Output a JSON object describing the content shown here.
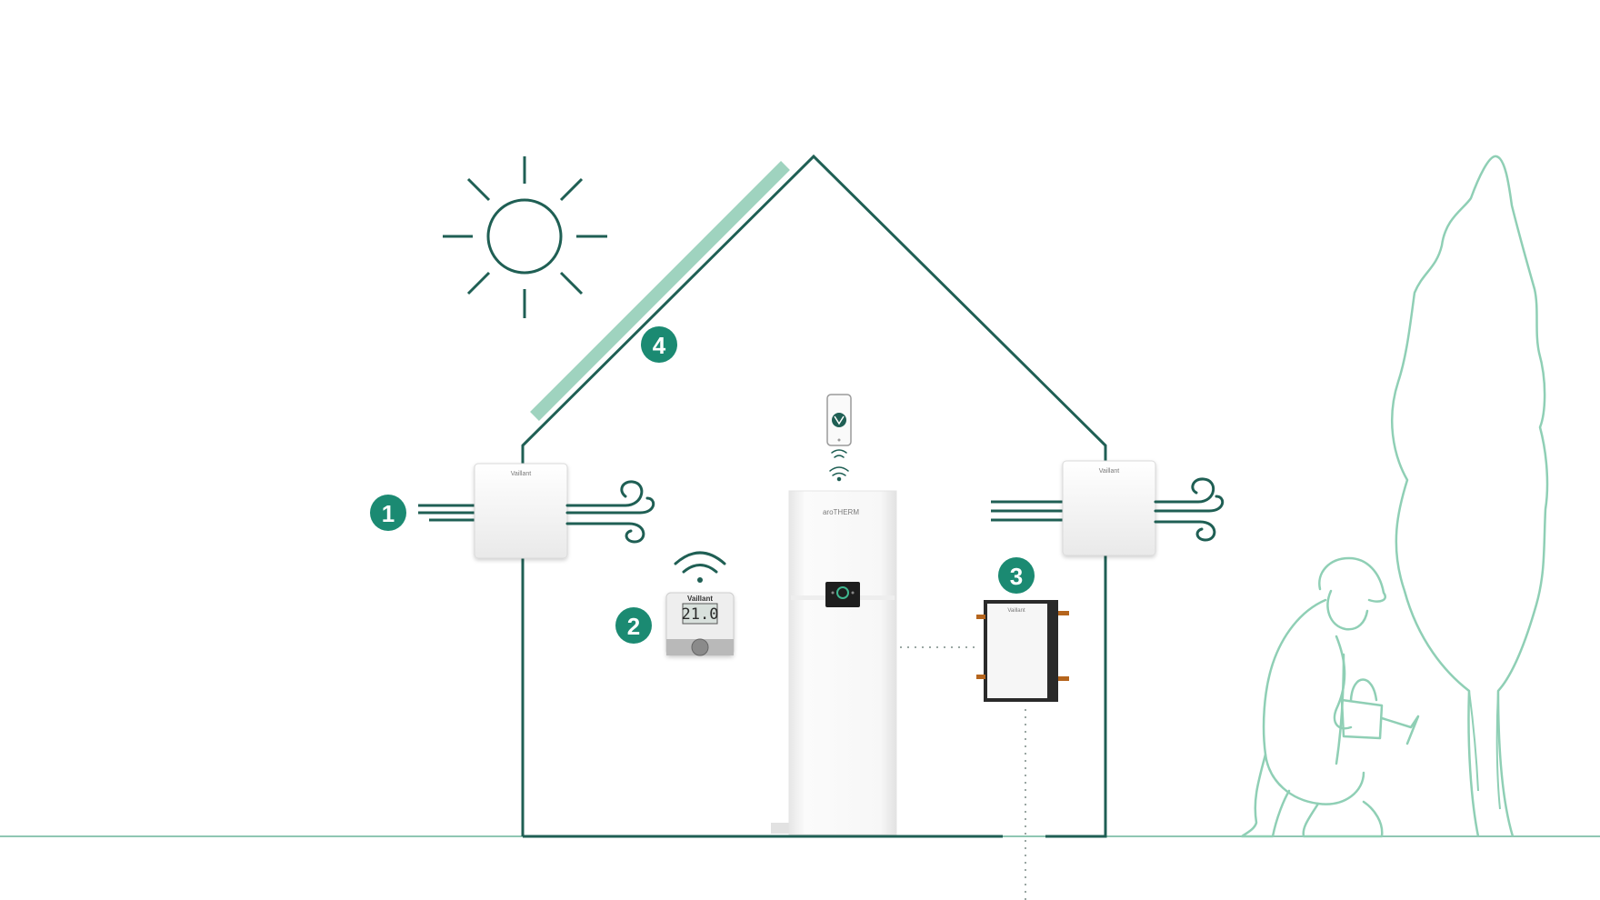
{
  "colors": {
    "outline": "#1f5f54",
    "ground": "#8fc7b3",
    "badge": "#1b8a72",
    "solar": "#9fd3bf",
    "silhouette": "#8fcfb5",
    "device": "#f6f6f6"
  },
  "markers": [
    {
      "id": "1",
      "label": "1"
    },
    {
      "id": "2",
      "label": "2"
    },
    {
      "id": "3",
      "label": "3"
    },
    {
      "id": "4",
      "label": "4"
    }
  ],
  "thermostat": {
    "brand": "Vaillant",
    "display": "21.0"
  },
  "ventilation_units": [
    {
      "brand": "Vaillant"
    },
    {
      "brand": "Vaillant"
    }
  ],
  "icons": {
    "sun": "sun-icon",
    "wifi": "wifi-icon",
    "wind": "wind-icon",
    "smartphone": "smartphone-icon"
  }
}
